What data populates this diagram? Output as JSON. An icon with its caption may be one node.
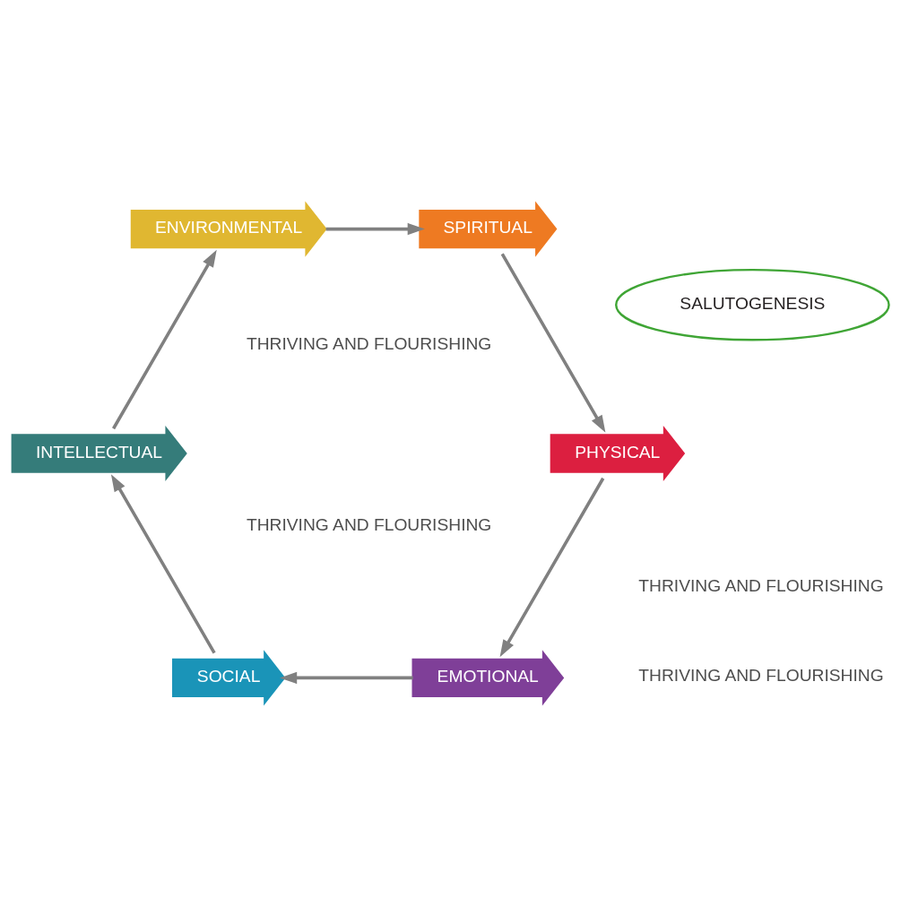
{
  "diagram": {
    "nodes": [
      {
        "text": [
          "EMOTIONAL"
        ]
      },
      {
        "text": [
          "SOCIAL"
        ]
      },
      {
        "text": [
          "INTELLECTUAL"
        ]
      },
      {
        "text": [
          "ENVIRONMENTAL"
        ]
      },
      {
        "text": [
          "SPIRITUAL"
        ]
      },
      {
        "text": [
          "PHYSICAL"
        ]
      },
      {
        "text": [
          "SALUTOGENESIS"
        ]
      }
    ],
    "edges": [
      {
        "from": 0,
        "to": 1,
        "arrow": "to"
      },
      {
        "from": 1,
        "to": 2,
        "arrow": "to"
      },
      {
        "from": 2,
        "to": 3,
        "arrow": "to"
      },
      {
        "from": 3,
        "to": 4,
        "arrow": "to"
      },
      {
        "from": 4,
        "to": 5,
        "arrow": "to"
      },
      {
        "from": 5,
        "to": 0,
        "arrow": "to"
      }
    ],
    "labels": [
      "THRIVING AND FLOURISHING",
      "THRIVING AND FLOURISHING",
      "THRIVING AND FLOURISHING",
      "THRIVING AND FLOURISHING"
    ]
  }
}
